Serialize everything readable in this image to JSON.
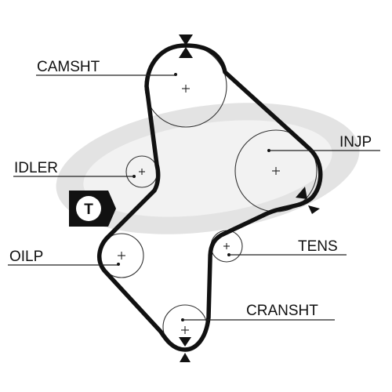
{
  "diagram": {
    "labels": {
      "camshaft": "CAMSHT",
      "injection_pump": "INJP",
      "idler": "IDLER",
      "oil_pump": "OILP",
      "tensioner": "TENS",
      "crankshaft": "CRANSHT"
    },
    "tensioner_badge": "T",
    "colors": {
      "belt": "#111111",
      "pulley_outline": "#333333",
      "watermark": "#dcdcdc"
    }
  }
}
